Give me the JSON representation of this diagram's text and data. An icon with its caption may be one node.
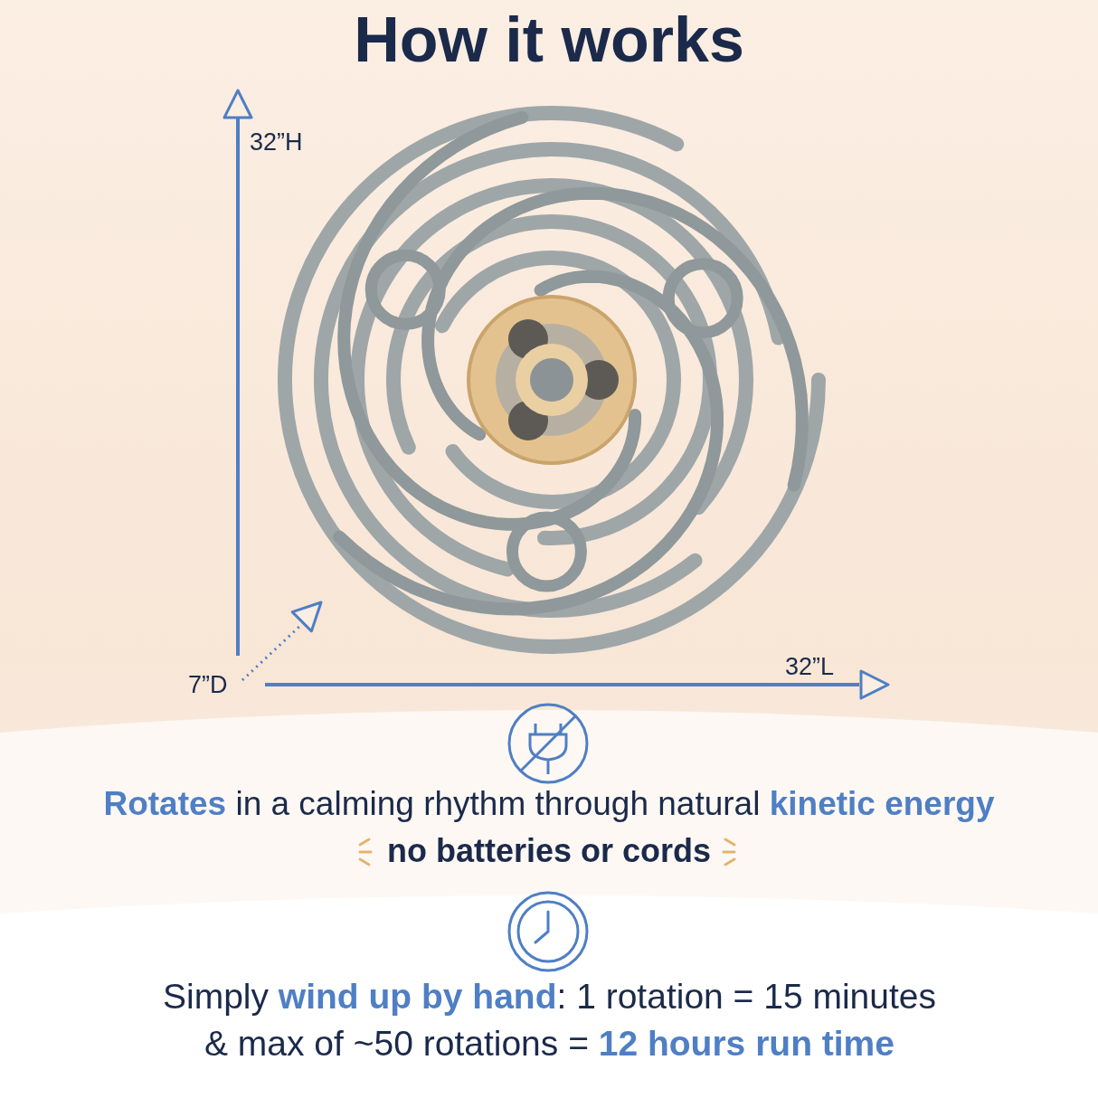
{
  "diagram": {
    "title": "How it works",
    "labels": [
      "32”H",
      "7”D",
      "32”L",
      "**Rotates** in a calming rhythm through natural **kinetic energy**",
      "no batteries or cords",
      "Simply **wind up by hand**: 1 rotation = 15 minutes & max of ~50 rotations = **12 hours run time**"
    ]
  }
}
